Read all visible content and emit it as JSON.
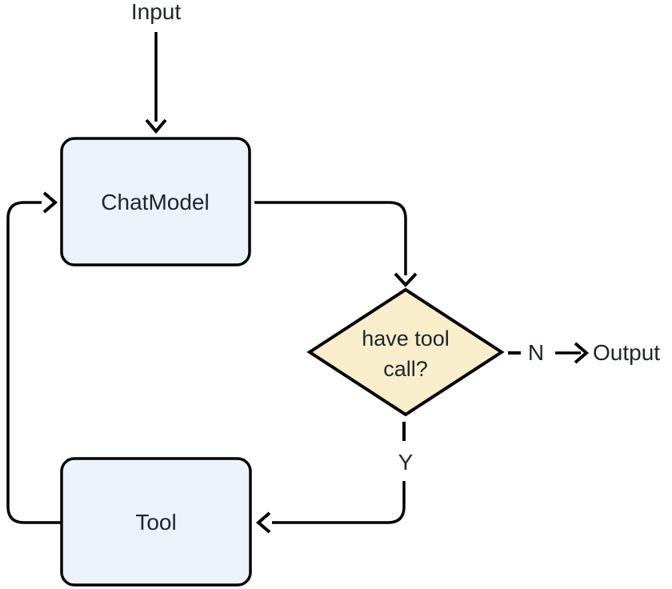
{
  "diagram": {
    "nodes": {
      "input": {
        "label": "Input"
      },
      "chat_model": {
        "label": "ChatModel"
      },
      "decision": {
        "label_line1": "have tool",
        "label_line2": "call?"
      },
      "tool": {
        "label": "Tool"
      },
      "output": {
        "label": "Output"
      }
    },
    "edges": {
      "no_label": "N",
      "yes_label": "Y"
    }
  },
  "colors": {
    "background": "#FFFFFF",
    "node_fill": "#EDF2FA",
    "decision_fill": "#F9EECB",
    "stroke": "#000000",
    "text": "#21262D"
  }
}
